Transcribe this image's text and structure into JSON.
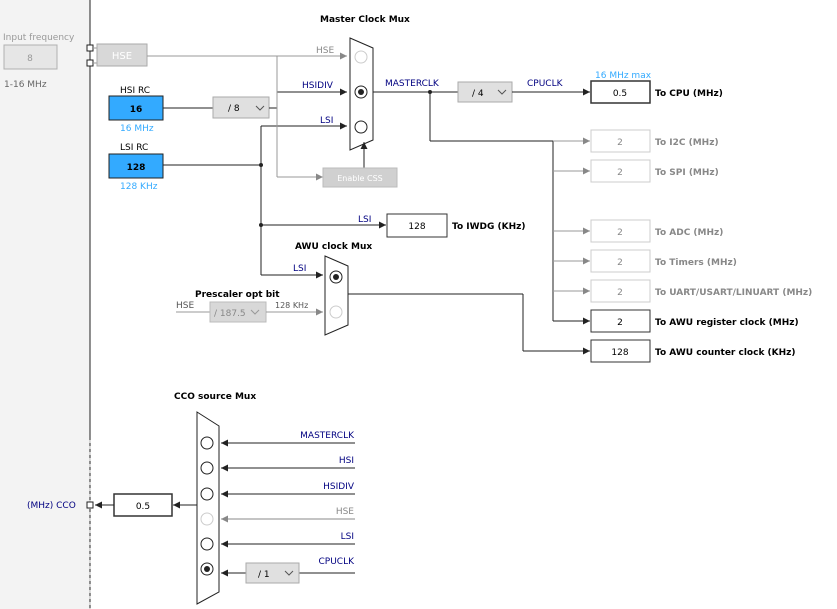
{
  "input": {
    "label": "Input frequency",
    "value": "8",
    "range": "1-16 MHz"
  },
  "hse": {
    "label": "HSE"
  },
  "hsi_rc": {
    "label": "HSI RC",
    "value": "16",
    "freq": "16 MHz"
  },
  "lsi_rc": {
    "label": "LSI RC",
    "value": "128",
    "freq": "128 KHz"
  },
  "hsi_div": {
    "value": "/ 8"
  },
  "master_mux": {
    "title": "Master Clock Mux",
    "hse": "HSE",
    "hsidiv": "HSIDIV",
    "lsi": "LSI",
    "output": "MASTERCLK",
    "selected": "HSIDIV"
  },
  "enable_css": "Enable CSS",
  "cpu_div": {
    "value": "/ 4"
  },
  "cpuclk_label": "CPUCLK",
  "cpu_max": "16 MHz max",
  "outputs": {
    "cpu": {
      "value": "0.5",
      "label": "To CPU (MHz)"
    },
    "i2c": {
      "value": "2",
      "label": "To I2C (MHz)"
    },
    "spi": {
      "value": "2",
      "label": "To SPI (MHz)"
    },
    "adc": {
      "value": "2",
      "label": "To ADC (MHz)"
    },
    "timers": {
      "value": "2",
      "label": "To Timers (MHz)"
    },
    "uart": {
      "value": "2",
      "label": "To UART/USART/LINUART (MHz)"
    },
    "awu_reg": {
      "value": "2",
      "label": "To AWU register clock (MHz)"
    },
    "awu_cnt": {
      "value": "128",
      "label": "To AWU counter clock (KHz)"
    }
  },
  "iwdg": {
    "lsi": "LSI",
    "value": "128",
    "label": "To IWDG (KHz)"
  },
  "awu_mux": {
    "title": "AWU clock Mux",
    "lsi": "LSI",
    "selected": "LSI"
  },
  "prescaler": {
    "title": "Prescaler opt bit",
    "hse": "HSE",
    "value": "/ 187.5",
    "out": "128 KHz"
  },
  "cco": {
    "title": "CCO source Mux",
    "inputs": [
      "MASTERCLK",
      "HSI",
      "HSIDIV",
      "HSE",
      "LSI",
      "CPUCLK"
    ],
    "selected": "CPUCLK",
    "div": "/ 1",
    "value": "0.5",
    "label": "(MHz) CCO"
  },
  "colors": {
    "accent": "#33aaff",
    "navy": "#000080",
    "grey": "#808080",
    "line": "#222222"
  }
}
